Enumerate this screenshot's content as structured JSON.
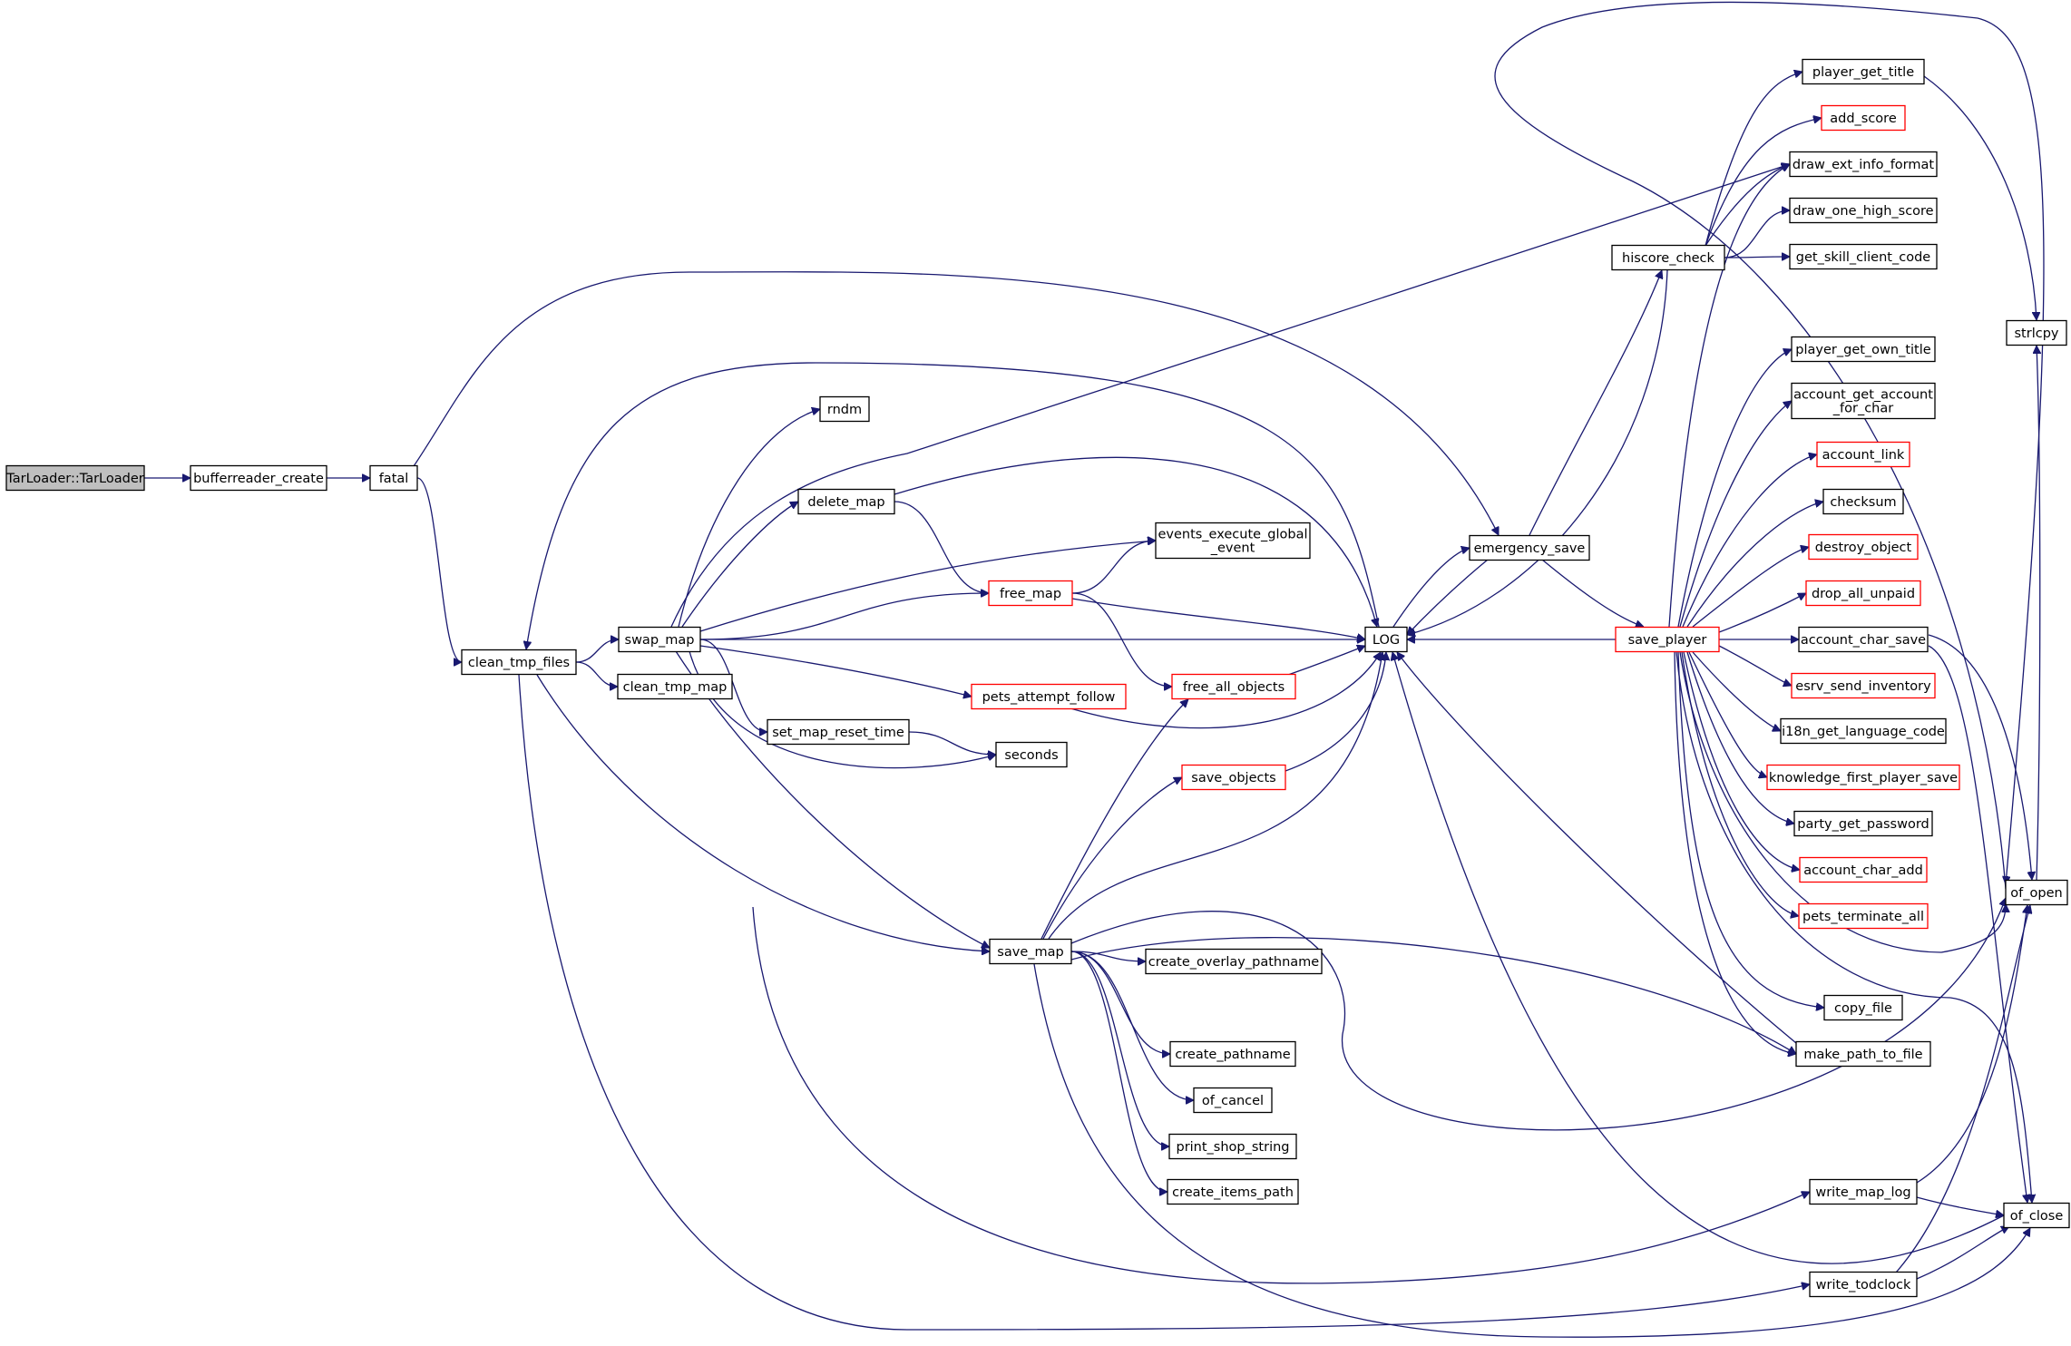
{
  "nodes": [
    {
      "id": "tarloader",
      "lines": [
        "TarLoader::TarLoader"
      ],
      "style": "root"
    },
    {
      "id": "bufferreader_create",
      "lines": [
        "bufferreader_create"
      ],
      "style": "normal"
    },
    {
      "id": "fatal",
      "lines": [
        "fatal"
      ],
      "style": "normal"
    },
    {
      "id": "clean_tmp_files",
      "lines": [
        "clean_tmp_files"
      ],
      "style": "normal"
    },
    {
      "id": "swap_map",
      "lines": [
        "swap_map"
      ],
      "style": "normal"
    },
    {
      "id": "clean_tmp_map",
      "lines": [
        "clean_tmp_map"
      ],
      "style": "normal"
    },
    {
      "id": "rndm",
      "lines": [
        "rndm"
      ],
      "style": "normal"
    },
    {
      "id": "delete_map",
      "lines": [
        "delete_map"
      ],
      "style": "normal"
    },
    {
      "id": "events_execute_global_event",
      "lines": [
        "events_execute_global",
        "_event"
      ],
      "style": "normal"
    },
    {
      "id": "free_map",
      "lines": [
        "free_map"
      ],
      "style": "red"
    },
    {
      "id": "pets_attempt_follow",
      "lines": [
        "pets_attempt_follow"
      ],
      "style": "red"
    },
    {
      "id": "set_map_reset_time",
      "lines": [
        "set_map_reset_time"
      ],
      "style": "normal"
    },
    {
      "id": "seconds",
      "lines": [
        "seconds"
      ],
      "style": "normal"
    },
    {
      "id": "free_all_objects",
      "lines": [
        "free_all_objects"
      ],
      "style": "red"
    },
    {
      "id": "save_objects",
      "lines": [
        "save_objects"
      ],
      "style": "red"
    },
    {
      "id": "save_map",
      "lines": [
        "save_map"
      ],
      "style": "normal"
    },
    {
      "id": "create_overlay_pathname",
      "lines": [
        "create_overlay_pathname"
      ],
      "style": "normal"
    },
    {
      "id": "create_pathname",
      "lines": [
        "create_pathname"
      ],
      "style": "normal"
    },
    {
      "id": "of_cancel",
      "lines": [
        "of_cancel"
      ],
      "style": "normal"
    },
    {
      "id": "print_shop_string",
      "lines": [
        "print_shop_string"
      ],
      "style": "normal"
    },
    {
      "id": "create_items_path",
      "lines": [
        "create_items_path"
      ],
      "style": "normal"
    },
    {
      "id": "log",
      "lines": [
        "LOG"
      ],
      "style": "normal"
    },
    {
      "id": "emergency_save",
      "lines": [
        "emergency_save"
      ],
      "style": "normal"
    },
    {
      "id": "hiscore_check",
      "lines": [
        "hiscore_check"
      ],
      "style": "normal"
    },
    {
      "id": "save_player",
      "lines": [
        "save_player"
      ],
      "style": "red"
    },
    {
      "id": "player_get_title",
      "lines": [
        "player_get_title"
      ],
      "style": "normal"
    },
    {
      "id": "add_score",
      "lines": [
        "add_score"
      ],
      "style": "red"
    },
    {
      "id": "draw_ext_info_format",
      "lines": [
        "draw_ext_info_format"
      ],
      "style": "normal"
    },
    {
      "id": "draw_one_high_score",
      "lines": [
        "draw_one_high_score"
      ],
      "style": "normal"
    },
    {
      "id": "get_skill_client_code",
      "lines": [
        "get_skill_client_code"
      ],
      "style": "normal"
    },
    {
      "id": "player_get_own_title",
      "lines": [
        "player_get_own_title"
      ],
      "style": "normal"
    },
    {
      "id": "account_get_account_for_char",
      "lines": [
        "account_get_account",
        "_for_char"
      ],
      "style": "normal"
    },
    {
      "id": "account_link",
      "lines": [
        "account_link"
      ],
      "style": "red"
    },
    {
      "id": "checksum",
      "lines": [
        "checksum"
      ],
      "style": "normal"
    },
    {
      "id": "destroy_object",
      "lines": [
        "destroy_object"
      ],
      "style": "red"
    },
    {
      "id": "drop_all_unpaid",
      "lines": [
        "drop_all_unpaid"
      ],
      "style": "red"
    },
    {
      "id": "account_char_save",
      "lines": [
        "account_char_save"
      ],
      "style": "normal"
    },
    {
      "id": "esrv_send_inventory",
      "lines": [
        "esrv_send_inventory"
      ],
      "style": "red"
    },
    {
      "id": "i18n_get_language_code",
      "lines": [
        "i18n_get_language_code"
      ],
      "style": "normal"
    },
    {
      "id": "knowledge_first_player_save",
      "lines": [
        "knowledge_first_player_save"
      ],
      "style": "red"
    },
    {
      "id": "party_get_password",
      "lines": [
        "party_get_password"
      ],
      "style": "normal"
    },
    {
      "id": "account_char_add",
      "lines": [
        "account_char_add"
      ],
      "style": "red"
    },
    {
      "id": "pets_terminate_all",
      "lines": [
        "pets_terminate_all"
      ],
      "style": "red"
    },
    {
      "id": "copy_file",
      "lines": [
        "copy_file"
      ],
      "style": "normal"
    },
    {
      "id": "make_path_to_file",
      "lines": [
        "make_path_to_file"
      ],
      "style": "normal"
    },
    {
      "id": "write_map_log",
      "lines": [
        "write_map_log"
      ],
      "style": "normal"
    },
    {
      "id": "write_todclock",
      "lines": [
        "write_todclock"
      ],
      "style": "normal"
    },
    {
      "id": "strlcpy",
      "lines": [
        "strlcpy"
      ],
      "style": "normal"
    },
    {
      "id": "of_open",
      "lines": [
        "of_open"
      ],
      "style": "normal"
    },
    {
      "id": "of_close",
      "lines": [
        "of_close"
      ],
      "style": "normal"
    }
  ],
  "edges": [
    [
      "tarloader",
      "bufferreader_create"
    ],
    [
      "bufferreader_create",
      "fatal"
    ],
    [
      "fatal",
      "clean_tmp_files"
    ],
    [
      "fatal",
      "emergency_save"
    ],
    [
      "clean_tmp_files",
      "swap_map"
    ],
    [
      "clean_tmp_files",
      "clean_tmp_map"
    ],
    [
      "clean_tmp_files",
      "save_map"
    ],
    [
      "clean_tmp_files",
      "write_todclock"
    ],
    [
      "swap_map",
      "rndm"
    ],
    [
      "swap_map",
      "delete_map"
    ],
    [
      "swap_map",
      "events_execute_global_event"
    ],
    [
      "swap_map",
      "free_map"
    ],
    [
      "swap_map",
      "log"
    ],
    [
      "swap_map",
      "pets_attempt_follow"
    ],
    [
      "swap_map",
      "set_map_reset_time"
    ],
    [
      "swap_map",
      "seconds"
    ],
    [
      "swap_map",
      "save_map"
    ],
    [
      "swap_map",
      "draw_ext_info_format"
    ],
    [
      "swap_map",
      "write_map_log"
    ],
    [
      "delete_map",
      "free_map"
    ],
    [
      "delete_map",
      "log"
    ],
    [
      "free_map",
      "events_execute_global_event"
    ],
    [
      "free_map",
      "free_all_objects"
    ],
    [
      "free_map",
      "log"
    ],
    [
      "pets_attempt_follow",
      "log"
    ],
    [
      "set_map_reset_time",
      "seconds"
    ],
    [
      "free_all_objects",
      "log"
    ],
    [
      "save_objects",
      "log"
    ],
    [
      "save_map",
      "free_all_objects"
    ],
    [
      "save_map",
      "save_objects"
    ],
    [
      "save_map",
      "log"
    ],
    [
      "save_map",
      "create_overlay_pathname"
    ],
    [
      "save_map",
      "create_pathname"
    ],
    [
      "save_map",
      "of_cancel"
    ],
    [
      "save_map",
      "print_shop_string"
    ],
    [
      "save_map",
      "create_items_path"
    ],
    [
      "save_map",
      "make_path_to_file"
    ],
    [
      "save_map",
      "of_open"
    ],
    [
      "save_map",
      "of_close"
    ],
    [
      "log",
      "clean_tmp_files"
    ],
    [
      "log",
      "emergency_save"
    ],
    [
      "emergency_save",
      "log"
    ],
    [
      "emergency_save",
      "hiscore_check"
    ],
    [
      "emergency_save",
      "save_player"
    ],
    [
      "hiscore_check",
      "player_get_title"
    ],
    [
      "hiscore_check",
      "add_score"
    ],
    [
      "hiscore_check",
      "draw_ext_info_format"
    ],
    [
      "hiscore_check",
      "draw_one_high_score"
    ],
    [
      "hiscore_check",
      "get_skill_client_code"
    ],
    [
      "hiscore_check",
      "log"
    ],
    [
      "save_player",
      "log"
    ],
    [
      "save_player",
      "draw_ext_info_format"
    ],
    [
      "save_player",
      "player_get_own_title"
    ],
    [
      "save_player",
      "account_get_account_for_char"
    ],
    [
      "save_player",
      "account_link"
    ],
    [
      "save_player",
      "checksum"
    ],
    [
      "save_player",
      "destroy_object"
    ],
    [
      "save_player",
      "drop_all_unpaid"
    ],
    [
      "save_player",
      "account_char_save"
    ],
    [
      "save_player",
      "esrv_send_inventory"
    ],
    [
      "save_player",
      "i18n_get_language_code"
    ],
    [
      "save_player",
      "knowledge_first_player_save"
    ],
    [
      "save_player",
      "party_get_password"
    ],
    [
      "save_player",
      "account_char_add"
    ],
    [
      "save_player",
      "pets_terminate_all"
    ],
    [
      "save_player",
      "copy_file"
    ],
    [
      "save_player",
      "make_path_to_file"
    ],
    [
      "save_player",
      "of_open"
    ],
    [
      "save_player",
      "of_close"
    ],
    [
      "player_get_title",
      "strlcpy"
    ],
    [
      "account_char_save",
      "of_open"
    ],
    [
      "account_char_save",
      "of_close"
    ],
    [
      "make_path_to_file",
      "log"
    ],
    [
      "write_map_log",
      "of_open"
    ],
    [
      "write_map_log",
      "of_close"
    ],
    [
      "write_todclock",
      "of_open"
    ],
    [
      "write_todclock",
      "of_close"
    ],
    [
      "of_open",
      "log"
    ],
    [
      "of_open",
      "strlcpy"
    ],
    [
      "of_close",
      "log"
    ]
  ]
}
